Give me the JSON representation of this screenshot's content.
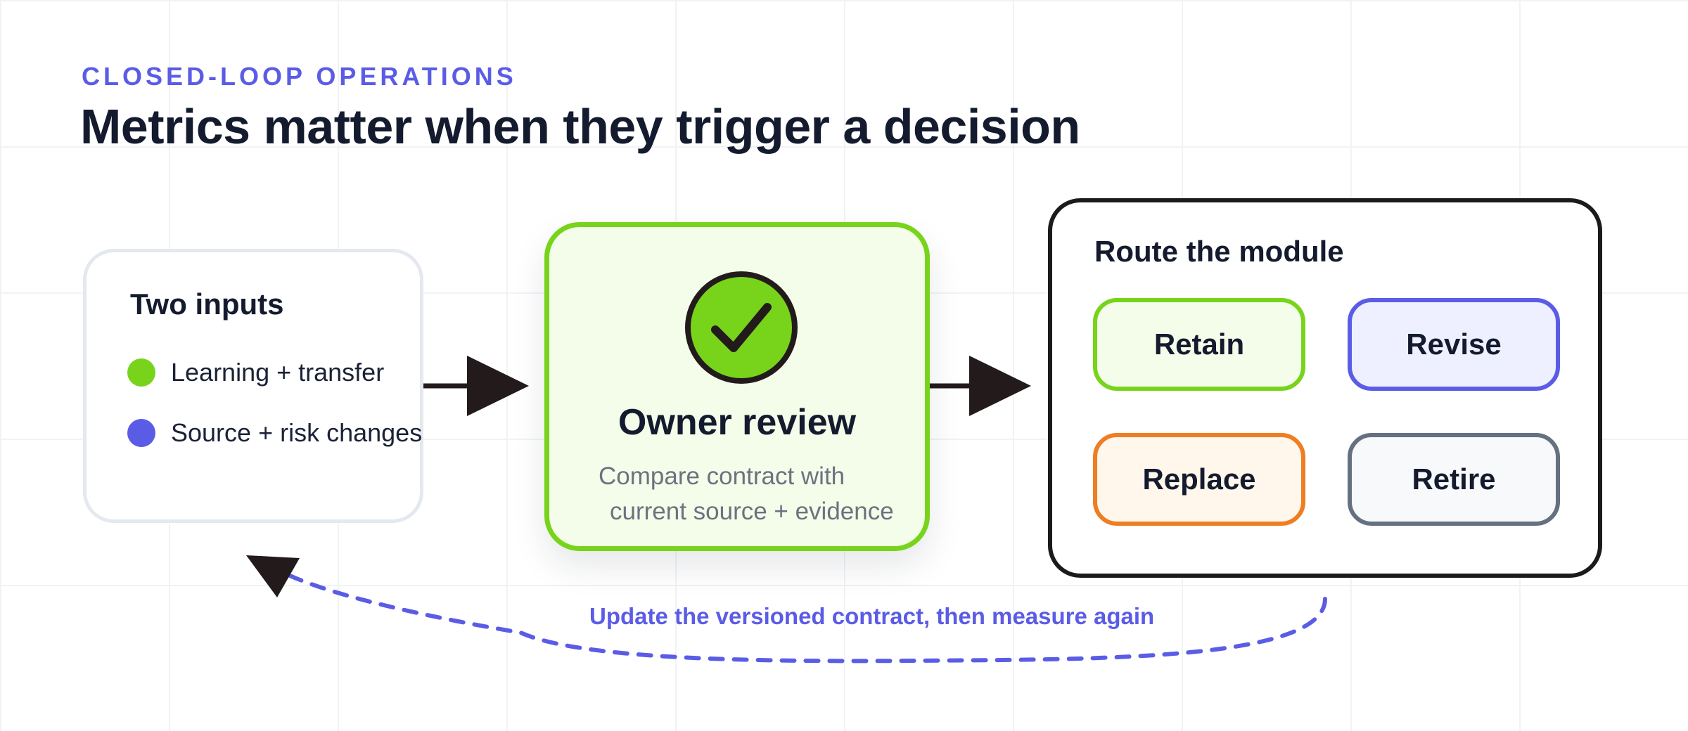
{
  "header": {
    "eyebrow": "CLOSED-LOOP OPERATIONS",
    "title": "Metrics matter when they trigger a decision"
  },
  "inputs": {
    "title": "Two inputs",
    "items": [
      {
        "label": "Learning + transfer",
        "color": "#77d41b"
      },
      {
        "label": "Source + risk changes",
        "color": "#5b5ce6"
      }
    ]
  },
  "review": {
    "icon": "check-circle-icon",
    "title": "Owner review",
    "desc_line1": "Compare contract with",
    "desc_line2": "current source + evidence"
  },
  "route": {
    "title": "Route the module",
    "options": [
      {
        "label": "Retain",
        "border": "#77d41b",
        "fill": "#f3fde9"
      },
      {
        "label": "Revise",
        "border": "#5b5ce6",
        "fill": "#eef0ff"
      },
      {
        "label": "Replace",
        "border": "#ef7d22",
        "fill": "#fff7ec"
      },
      {
        "label": "Retire",
        "border": "#657080",
        "fill": "#f7f9fb"
      }
    ]
  },
  "loop": {
    "label": "Update the versioned contract, then measure again"
  },
  "colors": {
    "accent": "#5b5ce6",
    "green": "#77d41b",
    "orange": "#ef7d22",
    "slate": "#657080",
    "ink": "#141b2e",
    "arrow": "#231b1b"
  }
}
